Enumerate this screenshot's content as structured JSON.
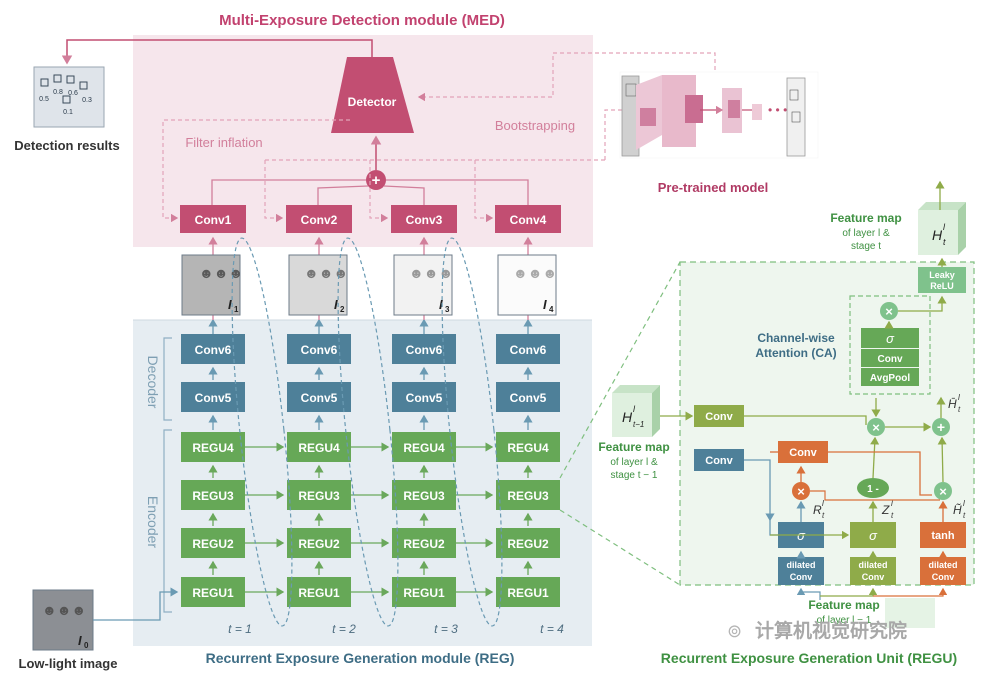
{
  "med": {
    "title": "Multi-Exposure Detection module (MED)",
    "detector": "Detector",
    "filter_inflation": "Filter inflation",
    "bootstrapping": "Bootstrapping",
    "pretrained": "Pre-trained model",
    "plus": "+",
    "convs": [
      "Conv1",
      "Conv2",
      "Conv3",
      "Conv4"
    ]
  },
  "detection": {
    "label": "Detection results",
    "scores": [
      "0.8",
      "0.6",
      "0.5",
      "0.3",
      "0.1"
    ]
  },
  "reg": {
    "title": "Recurrent Exposure Generation module (REG)",
    "decoder_label": "Decoder",
    "encoder_label": "Encoder",
    "conv6": "Conv6",
    "conv5": "Conv5",
    "regu": [
      "REGU4",
      "REGU3",
      "REGU2",
      "REGU1"
    ],
    "outputs": [
      "I",
      "I",
      "I",
      "I"
    ],
    "output_subs": [
      "1",
      "2",
      "3",
      "4"
    ],
    "timesteps": [
      "t = 1",
      "t = 2",
      "t = 3",
      "t = 4"
    ],
    "lowlight_label": "Low-light image",
    "lowlight_symbol": "I",
    "lowlight_sub": "0"
  },
  "regu_unit": {
    "title": "Recurrent Exposure Generation Unit (REGU)",
    "fm_out": [
      "Feature map",
      "of layer l &",
      "stage t"
    ],
    "fm_prev": [
      "Feature map",
      "of layer l &",
      "stage t − 1"
    ],
    "fm_in": [
      "Feature map",
      "of layer l − 1"
    ],
    "ca_label": [
      "Channel-wise",
      "Attention (CA)"
    ],
    "leaky": [
      "Leaky",
      "ReLU"
    ],
    "sigma": "σ",
    "conv": "Conv",
    "avgpool": "AvgPool",
    "tanh": "tanh",
    "dilated": [
      "dilated",
      "Conv"
    ],
    "one_minus": "1 -",
    "times": "×",
    "plus": "+",
    "h": "H",
    "h_sup": "l",
    "h_sub_t": "t",
    "h_sub_prev": "t−1",
    "r": "R",
    "z": "Z",
    "htilde": "H̃",
    "hbar": "H̄"
  },
  "watermark": "计算机视觉研究院",
  "colors": {
    "med_bg": "#f6e6ec",
    "med_title": "#c2426f",
    "pink_box": "#c24e72",
    "reg_bg": "#e6edf2",
    "teal_box": "#4e8099",
    "green_box": "#66a857",
    "orange_box": "#d9703a",
    "olive_box": "#8fab49",
    "regu_bg": "#eef6ee",
    "regu_title": "#3f9142",
    "reg_title": "#3e6d85"
  }
}
